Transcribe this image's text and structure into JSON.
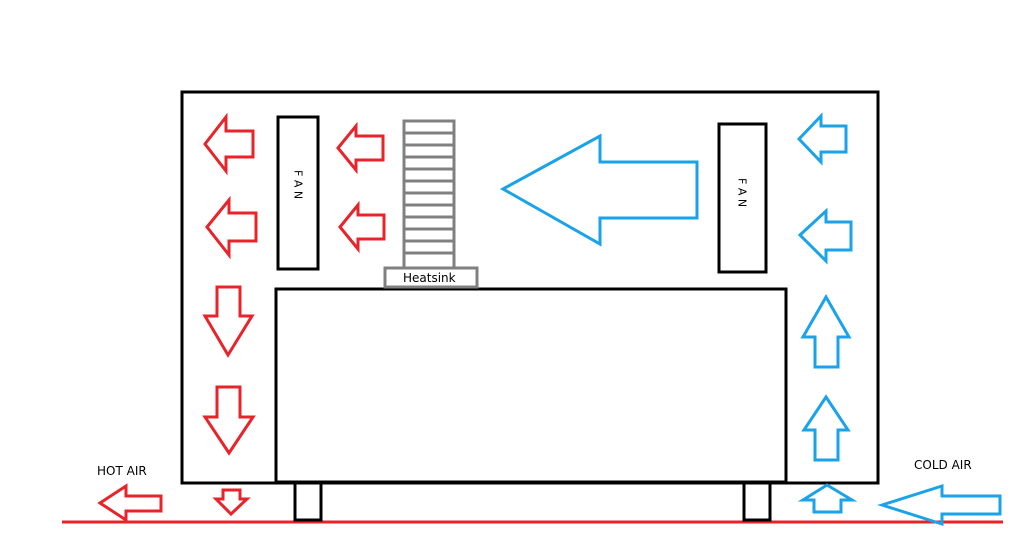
{
  "labels": {
    "fan": "F A N",
    "heatsink": "Heatsink",
    "hot_air": "HOT AIR",
    "cold_air": "COLD AIR"
  },
  "colors": {
    "hot": "#e8232a",
    "cold": "#1aa3e8",
    "outline": "#000000",
    "heatsink": "#808080",
    "floor": "#e8232a"
  },
  "icons": {
    "hot_flow": "arrow-icon",
    "cold_flow": "arrow-icon"
  }
}
